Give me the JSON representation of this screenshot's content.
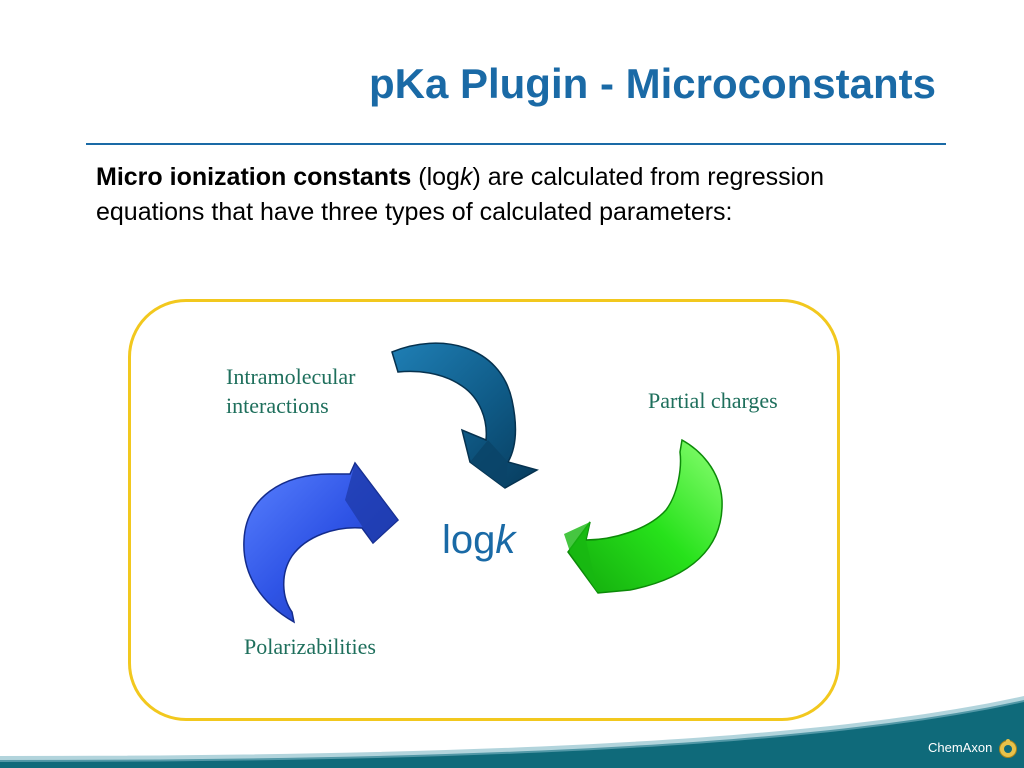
{
  "slide": {
    "title": "pKa Plugin - Microconstants",
    "intro_bold": "Micro ionization constants",
    "intro_paren_open": " (log",
    "intro_k": "k",
    "intro_rest": ") are calculated from regression equations that have three types of calculated parameters:"
  },
  "diagram": {
    "center_log": "log",
    "center_k": "k",
    "labels": {
      "intramolecular_line1": "Intramolecular",
      "intramolecular_line2": "interactions",
      "partial_charges": "Partial charges",
      "polarizabilities": "Polarizabilities"
    },
    "colors": {
      "panel_border": "#f2c81e",
      "arrow_intramolecular": "#0f5a86",
      "arrow_partial": "#27e21b",
      "arrow_polar": "#2f54e6",
      "label_text": "#1e6f5c",
      "title": "#1a6aa6"
    }
  },
  "footer": {
    "brand": "ChemAxon",
    "logo_icon": "chemaxon-logo-icon"
  }
}
